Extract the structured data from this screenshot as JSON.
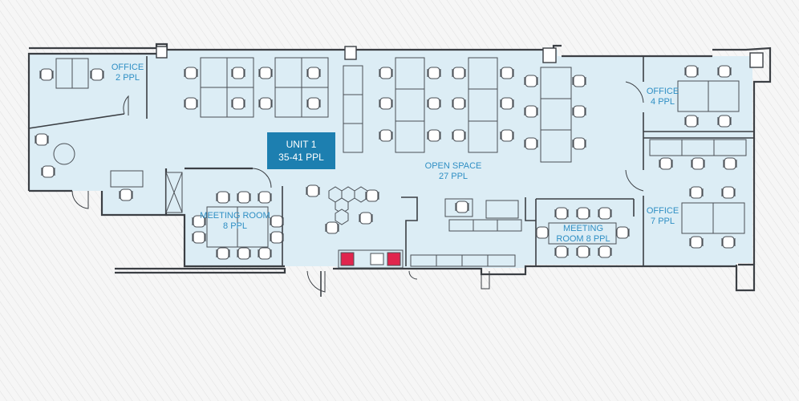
{
  "colors": {
    "background": "#f4f4f4",
    "hatch": "#e3e3e3",
    "floor": "#dcedf5",
    "wall": "#3b3f44",
    "label": "#2f8fc4",
    "badge": "#1d7fb0",
    "furniture_stroke": "#4a4f55",
    "kitchen_red": "#e0254d"
  },
  "unit": {
    "name": "UNIT 1",
    "capacity": "35-41 PPL"
  },
  "rooms": {
    "office_top_left": {
      "name": "OFFICE",
      "capacity": "2 PPL"
    },
    "meeting_left": {
      "name": "MEETING ROOM",
      "capacity": "8 PPL"
    },
    "open_space": {
      "name": "OPEN SPACE",
      "capacity": "27 PPL"
    },
    "meeting_right": {
      "name": "MEETING",
      "capacity": "ROOM 8 PPL"
    },
    "office_top_right": {
      "name": "OFFICE",
      "capacity": "4 PPL"
    },
    "office_bottom_right": {
      "name": "OFFICE",
      "capacity": "7 PPL"
    }
  }
}
